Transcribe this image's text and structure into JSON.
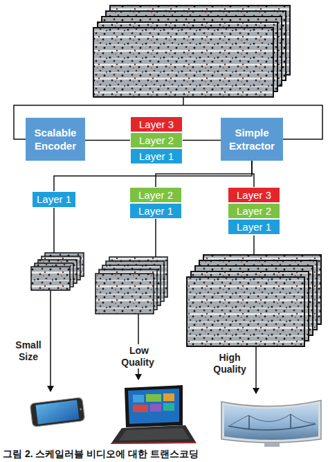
{
  "diagram": {
    "caption": "그림 2. 스케일러블 비디오에 대한 트랜스코딩",
    "nodes": [
      {
        "text": [
          "Scalable Encoder"
        ]
      },
      {
        "text": [
          "Layer 3"
        ]
      },
      {
        "text": [
          "Layer 2"
        ]
      },
      {
        "text": [
          "Layer 1"
        ]
      },
      {
        "text": [
          "Simple Extractor"
        ]
      },
      {
        "text": [
          "Layer 1"
        ]
      },
      {
        "text": [
          "Layer 2"
        ]
      },
      {
        "text": [
          "Layer 1"
        ]
      },
      {
        "text": [
          "Layer 3"
        ]
      },
      {
        "text": [
          "Layer 2"
        ]
      },
      {
        "text": [
          "Layer 1"
        ]
      }
    ],
    "edges": [
      {
        "from": 0,
        "to": 2,
        "arrow": "none"
      },
      {
        "from": 2,
        "to": 4,
        "arrow": "none"
      },
      {
        "from": 4,
        "to": 5,
        "arrow": "none"
      },
      {
        "from": 4,
        "to": 6,
        "arrow": "none"
      },
      {
        "from": 4,
        "to": 8,
        "arrow": "none"
      }
    ],
    "labels": [
      "Small Size",
      "Low Quality",
      "High Quality"
    ]
  }
}
